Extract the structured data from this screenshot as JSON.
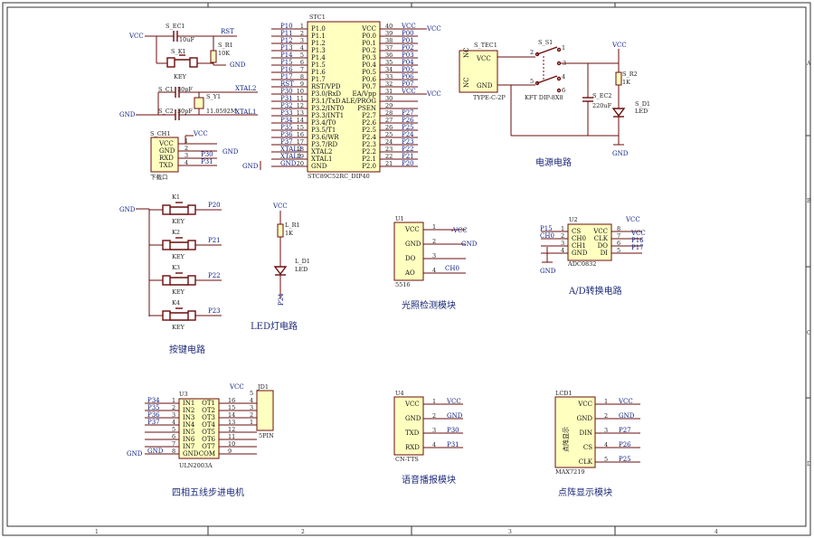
{
  "captions": {
    "power": "电源电路",
    "buttons": "按键电路",
    "led": "LED灯电路",
    "light": "光照检测模块",
    "adc": "A/D转换电路",
    "stepper": "四相五线步进电机",
    "voice": "语音播报模块",
    "matrix": "点阵显示模块"
  },
  "nets": {
    "vcc": "VCC",
    "gnd": "GND",
    "rst": "RST",
    "xtal1": "XTAL1",
    "xtal2": "XTAL2",
    "ch0": "CH0"
  },
  "reset": {
    "cap_ref": "S_EC1",
    "cap_val": "10uF",
    "res_ref": "S_R1",
    "res_val": "10K",
    "key_ref": "S_K1",
    "key_val": "KEY"
  },
  "crystal": {
    "c1_ref": "S_C1",
    "c1_val": "30pF",
    "c2_ref": "S_C2",
    "c2_val": "30pF",
    "y_ref": "S_Y1",
    "y_val": "11.0592M"
  },
  "download": {
    "ref": "S_CH1",
    "name": "下载口",
    "pins": [
      "VCC",
      "GND",
      "RXD",
      "TXD"
    ],
    "nums": [
      "1",
      "2",
      "3",
      "4"
    ],
    "nets": [
      "VCC",
      "GND",
      "P30",
      "P31"
    ]
  },
  "mcu": {
    "ref": "STC1",
    "part": "STC89C52RC_DIP40",
    "left_nets": [
      "P10",
      "P11",
      "P12",
      "P13",
      "P14",
      "P15",
      "P16",
      "P17",
      "RST",
      "P30",
      "P31",
      "P32",
      "P33",
      "P34",
      "P35",
      "P36",
      "P37",
      "XTAL2",
      "XTAL1",
      "GND"
    ],
    "left_nums": [
      "1",
      "2",
      "3",
      "4",
      "5",
      "6",
      "7",
      "8",
      "9",
      "10",
      "11",
      "12",
      "13",
      "14",
      "15",
      "16",
      "17",
      "18",
      "19",
      "20"
    ],
    "left_pins": [
      "P1.0",
      "P1.1",
      "P1.2",
      "P1.3",
      "P1.4",
      "P1.5",
      "P1.6",
      "P1.7",
      "RST/VPD",
      "P3.0/RxD",
      "P3.1/TxD",
      "P3.2/INT0",
      "P3.3/INT1",
      "P3.4/T0",
      "P3.5/T1",
      "P3.6/WR",
      "P3.7/RD",
      "XTAL2",
      "XTAL1",
      "GND"
    ],
    "right_pins": [
      "VCC",
      "P0.0",
      "P0.1",
      "P0.2",
      "P0.3",
      "P0.4",
      "P0.5",
      "P0.6",
      "P0.7",
      "EA/Vpp",
      "ALE/PROG",
      "PSEN",
      "P2.7",
      "P2.6",
      "P2.5",
      "P2.4",
      "P2.3",
      "P2.2",
      "P2.1",
      "P2.0"
    ],
    "right_nums": [
      "40",
      "39",
      "38",
      "37",
      "36",
      "35",
      "34",
      "33",
      "32",
      "31",
      "30",
      "29",
      "28",
      "27",
      "26",
      "25",
      "24",
      "23",
      "22",
      "21"
    ],
    "right_nets": [
      "VCC",
      "P00",
      "P01",
      "P02",
      "P03",
      "P04",
      "P05",
      "P06",
      "P07",
      "VCC",
      "",
      "",
      "P27",
      "P26",
      "P25",
      "P24",
      "P23",
      "P22",
      "P21",
      "P20"
    ]
  },
  "power": {
    "tec_ref": "S_TEC1",
    "tec_part": "TYPE-C-2P",
    "tec_pins": [
      "VCC",
      "GND"
    ],
    "tec_nc": [
      "NC",
      "NC"
    ],
    "sw_ref": "S_S1",
    "sw_part": "KFT DIP-8X8",
    "sw_nums": [
      "1",
      "2",
      "3",
      "4",
      "5",
      "6"
    ],
    "ec_ref": "S_EC2",
    "ec_val": "220uF",
    "r_ref": "S_R2",
    "r_val": "1K",
    "d_ref": "S_D1",
    "d_val": "LED"
  },
  "keys": {
    "items": [
      {
        "ref": "K1",
        "val": "KEY",
        "net": "P20"
      },
      {
        "ref": "K2",
        "val": "KEY",
        "net": "P21"
      },
      {
        "ref": "K3",
        "val": "KEY",
        "net": "P22"
      },
      {
        "ref": "K4",
        "val": "KEY",
        "net": "P23"
      }
    ]
  },
  "led": {
    "r_ref": "L_R1",
    "r_val": "1K",
    "d_ref": "L_D1",
    "d_val": "LED",
    "net": "P24"
  },
  "light": {
    "ref": "U1",
    "part": "5516",
    "pins": [
      "VCC",
      "GND",
      "DO",
      "AO"
    ],
    "nums": [
      "1",
      "2",
      "3",
      "4"
    ]
  },
  "adc": {
    "ref": "U2",
    "part": "ADC0832",
    "left_pins": [
      "CS",
      "CH0",
      "CH1",
      "GND"
    ],
    "left_nums": [
      "1",
      "2",
      "3",
      "4"
    ],
    "left_nets": [
      "P15",
      "CH0",
      "",
      ""
    ],
    "right_pins": [
      "VCC",
      "CLK",
      "DO",
      "DI"
    ],
    "right_nums": [
      "8",
      "7",
      "6",
      "5"
    ],
    "right_nets": [
      "VCC",
      "P16",
      "P17",
      ""
    ]
  },
  "stepper": {
    "ref": "U3",
    "part": "ULN2003A",
    "in_pins": [
      "IN1",
      "IN2",
      "IN3",
      "IN4",
      "IN5",
      "IN6",
      "IN7",
      "GND"
    ],
    "in_nums": [
      "1",
      "2",
      "3",
      "4",
      "5",
      "6",
      "7",
      "8"
    ],
    "in_nets": [
      "P34",
      "P35",
      "P36",
      "P37",
      "",
      "",
      "",
      "GND"
    ],
    "out_pins": [
      "OT1",
      "OT2",
      "OT3",
      "OT4",
      "OT5",
      "OT6",
      "OT7",
      "COM"
    ],
    "out_nums": [
      "16",
      "15",
      "14",
      "13",
      "12",
      "11",
      "10",
      "9"
    ],
    "jd_ref": "JD1",
    "jd_part": "5PIN",
    "jd_nums": [
      "5",
      "4",
      "3",
      "2",
      "1"
    ]
  },
  "voice": {
    "ref": "U4",
    "part": "CN-TTS",
    "pins": [
      "VCC",
      "GND",
      "TXD",
      "RXD"
    ],
    "nums": [
      "1",
      "2",
      "3",
      "4"
    ],
    "nets": [
      "VCC",
      "GND",
      "P30",
      "P31"
    ]
  },
  "matrix": {
    "ref": "LCD1",
    "part": "MAX7219",
    "vlabel": "点阵显示",
    "pins": [
      "VCC",
      "GND",
      "DIN",
      "CS",
      "CLK"
    ],
    "nums": [
      "1",
      "2",
      "3",
      "4",
      "5"
    ],
    "nets": [
      "VCC",
      "GND",
      "P27",
      "P26",
      "P25"
    ]
  },
  "frame": {
    "cols": [
      "1",
      "2",
      "3",
      "4"
    ],
    "rows": [
      "A",
      "B",
      "C",
      "D"
    ]
  }
}
